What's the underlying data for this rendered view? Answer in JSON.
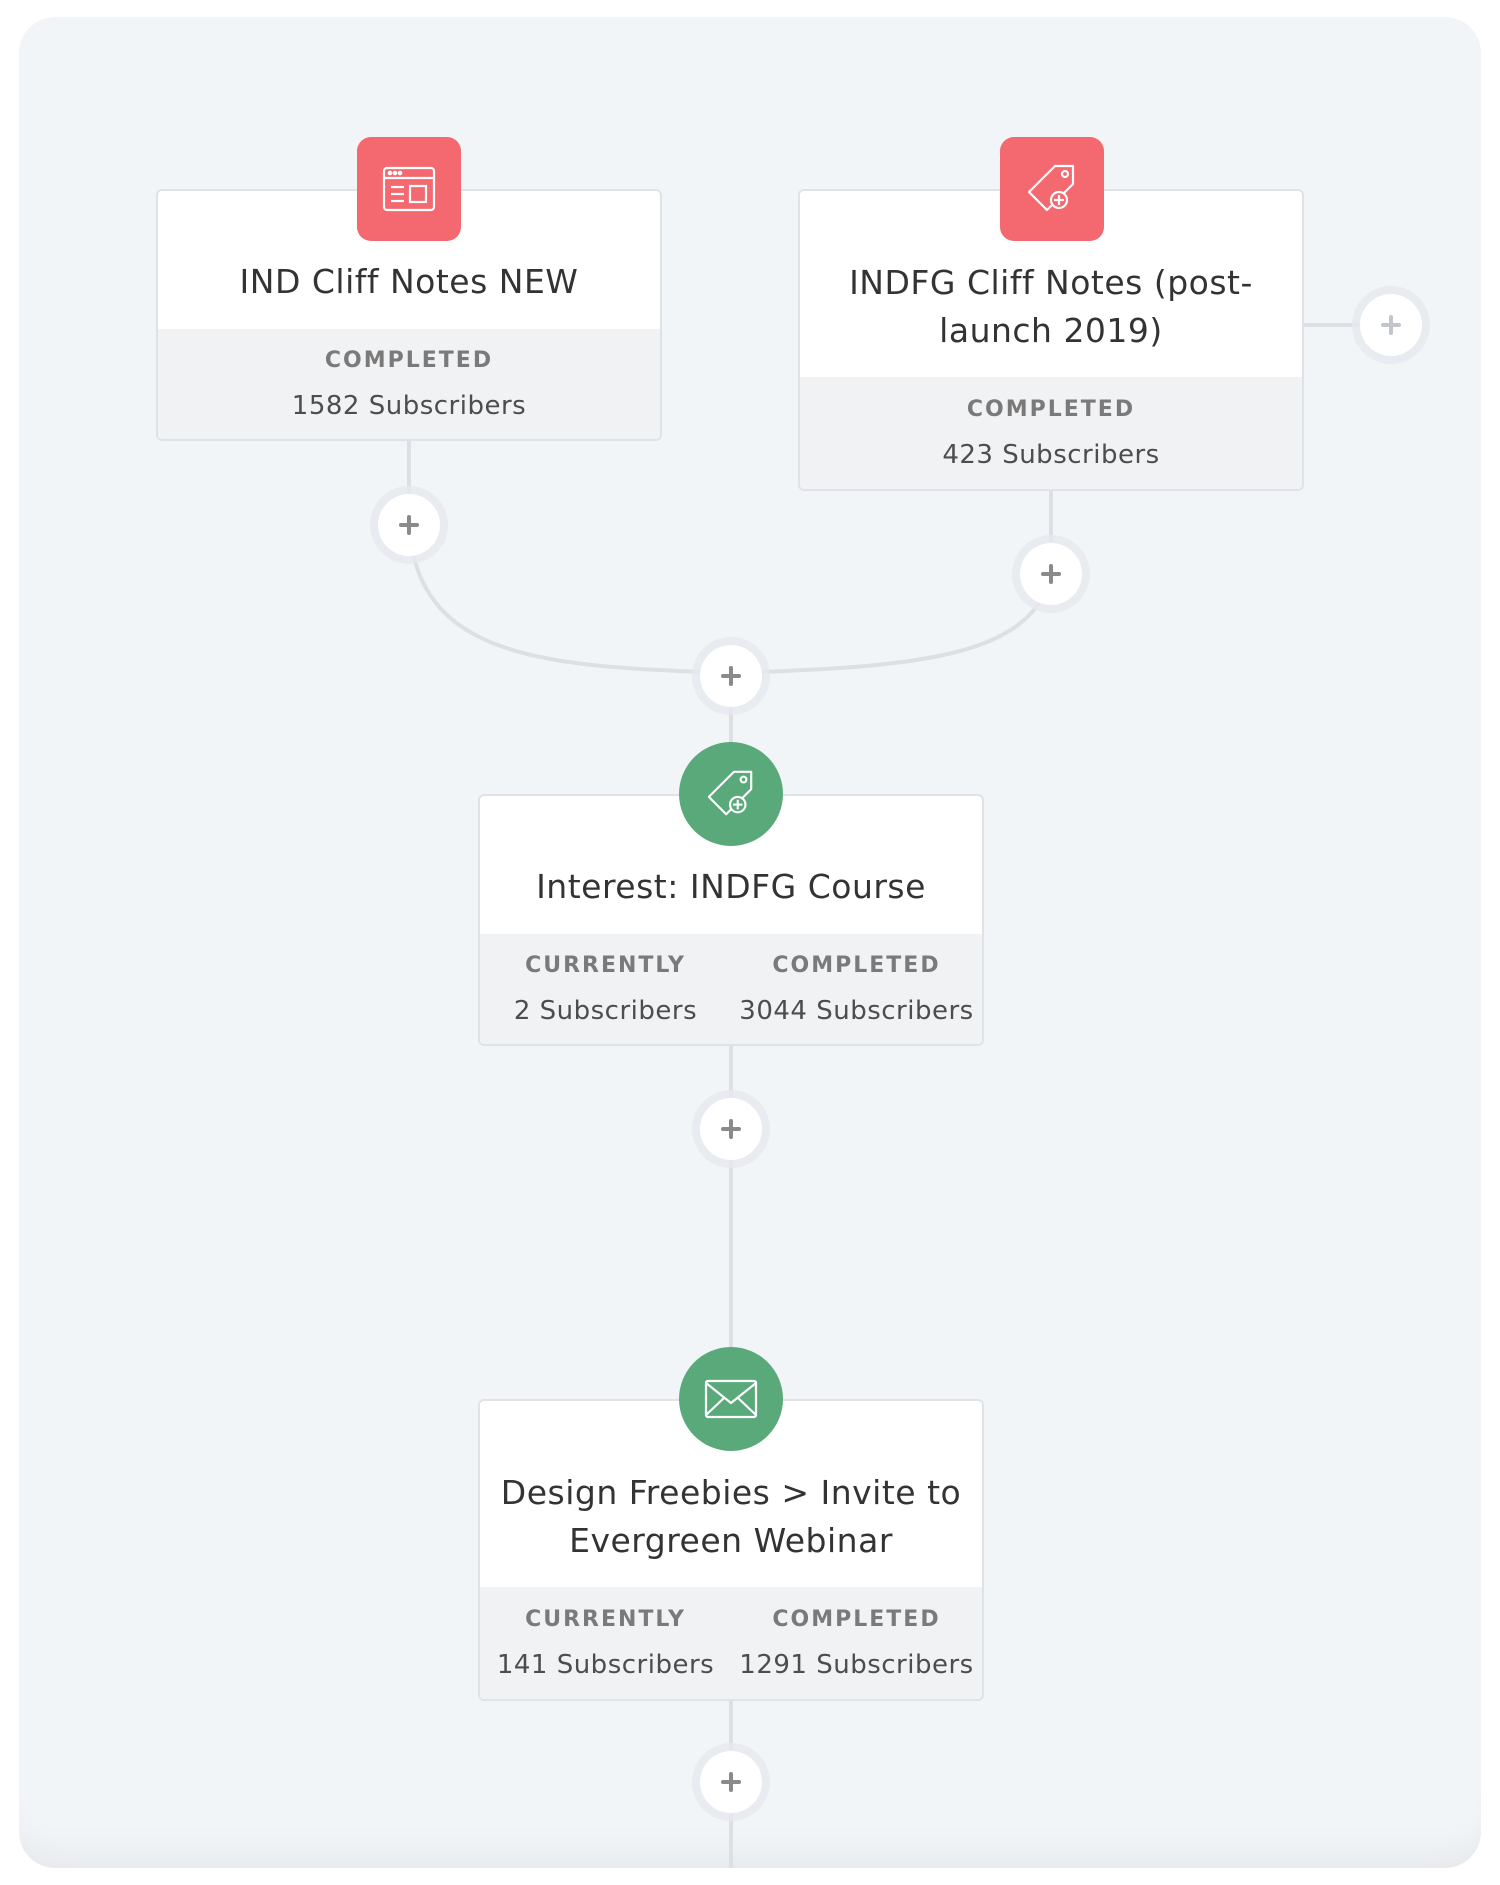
{
  "nodes": [
    {
      "icon": "form-icon",
      "title": "IND Cliff Notes NEW",
      "stats": [
        {
          "label": "COMPLETED",
          "value": "1582 Subscribers"
        }
      ]
    },
    {
      "icon": "tag-icon",
      "title": "INDFG Cliff Notes (post-launch 2019)",
      "stats": [
        {
          "label": "COMPLETED",
          "value": "423 Subscribers"
        }
      ]
    },
    {
      "icon": "tag-icon",
      "title": "Interest: INDFG Course",
      "stats": [
        {
          "label": "CURRENTLY",
          "value": "2 Subscribers"
        },
        {
          "label": "COMPLETED",
          "value": "3044 Subscribers"
        }
      ]
    },
    {
      "icon": "envelope-icon",
      "title": "Design Freebies > Invite to Evergreen Webinar",
      "stats": [
        {
          "label": "CURRENTLY",
          "value": "141 Subscribers"
        },
        {
          "label": "COMPLETED",
          "value": "1291 Subscribers"
        }
      ]
    }
  ],
  "colors": {
    "trigger": "#f4696f",
    "action": "#5aa97a",
    "canvas": "#f2f5f8",
    "connector": "#dcdfe3"
  },
  "add_button_icon": "plus-icon"
}
